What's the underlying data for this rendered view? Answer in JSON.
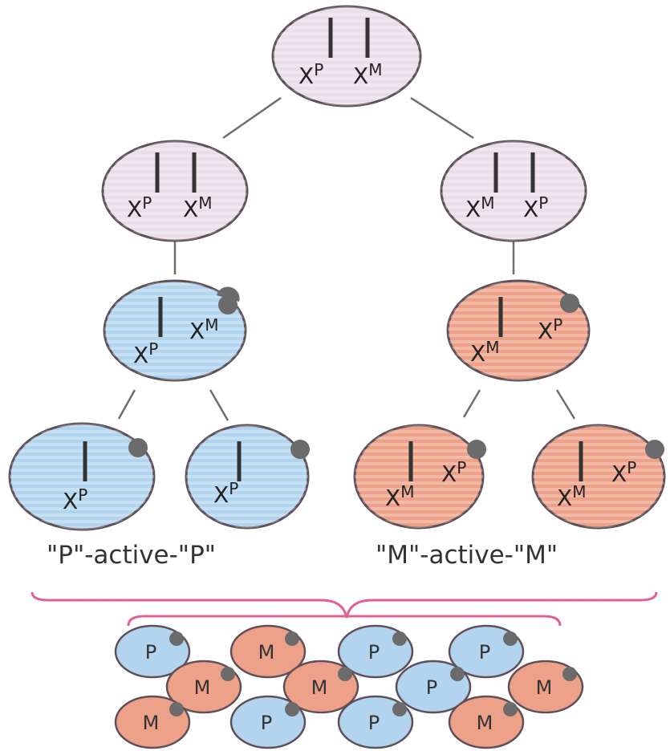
{
  "colors": {
    "undetermined_fill": "#eadfe9",
    "paternal_active_fill": "#b2d4ef",
    "maternal_active_fill": "#eea189",
    "outline": "#5e5058",
    "bracket": "#e0609a",
    "inactivation_dot": "#6b6b6b",
    "line": "#6e6e6e"
  },
  "chromosome_symbol": "X",
  "paternal_mark": "P",
  "maternal_mark": "M",
  "zygote": {
    "left_chromosome": {
      "x": "X",
      "sup": "P"
    },
    "right_chromosome": {
      "x": "X",
      "sup": "M"
    }
  },
  "early_cells": [
    {
      "left": {
        "x": "X",
        "sup": "P"
      },
      "right": {
        "x": "X",
        "sup": "M"
      }
    },
    {
      "left": {
        "x": "X",
        "sup": "M"
      },
      "right": {
        "x": "X",
        "sup": "P"
      }
    }
  ],
  "inactivated_cells": [
    {
      "active": {
        "x": "X",
        "sup": "P"
      },
      "inactive": {
        "x": "X",
        "sup": "M"
      },
      "kind": "paternal-active"
    },
    {
      "active": {
        "x": "X",
        "sup": "M"
      },
      "inactive": {
        "x": "X",
        "sup": "P"
      },
      "kind": "maternal-active"
    }
  ],
  "lineage_labels": {
    "left": "\"P\"-active-\"P\"",
    "right": "\"M\"-active-\"M\""
  },
  "mosaic_cells": [
    "P",
    "M",
    "P",
    "P",
    "M",
    "M",
    "P",
    "M",
    "M",
    "P",
    "P",
    "M"
  ]
}
